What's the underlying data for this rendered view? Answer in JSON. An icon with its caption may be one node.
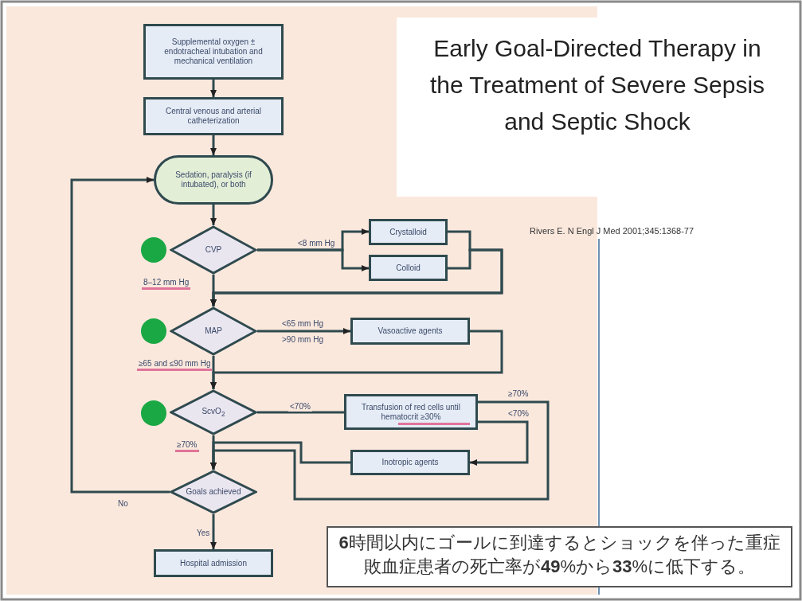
{
  "diagram": {
    "title": "Early Goal-Directed Therapy in the Treatment of Severe Sepsis and Septic Shock",
    "nodes": [
      {
        "text": [
          "Supplemental oxygen ± endotracheal intubation and mechanical ventilation"
        ]
      },
      {
        "text": [
          "Central venous and arterial catheterization"
        ]
      },
      {
        "text": [
          "Sedation, paralysis (if intubated), or both"
        ]
      },
      {
        "text": [
          "CVP"
        ]
      },
      {
        "text": [
          "Crystalloid"
        ]
      },
      {
        "text": [
          "Colloid"
        ]
      },
      {
        "text": [
          "MAP"
        ]
      },
      {
        "text": [
          "Vasoactive agents"
        ]
      },
      {
        "text": [
          "ScvO$_{2}$"
        ]
      },
      {
        "text": [
          "Transfusion of red cells until hematocrit ≥30%"
        ]
      },
      {
        "text": [
          "Inotropic agents"
        ]
      },
      {
        "text": [
          "Goals achieved"
        ]
      },
      {
        "text": [
          "Hospital admission"
        ]
      },
      {
        "text": [
          "**6**時間以内にゴールに到達するとショックを伴った重症敗血症患者の死亡率が**49**%から**33**%に低下する。"
        ]
      }
    ],
    "edges": [
      {
        "from": 0,
        "to": 1,
        "arrow": "to"
      },
      {
        "from": 1,
        "to": 2,
        "arrow": "to"
      },
      {
        "from": 2,
        "to": 3,
        "arrow": "to"
      },
      {
        "from": 3,
        "to": 4,
        "arrow": "to",
        "label": "<8 mm Hg"
      },
      {
        "from": 3,
        "to": 5,
        "arrow": "to"
      },
      {
        "from": 4,
        "to": 6,
        "arrow": "to"
      },
      {
        "from": 5,
        "to": 6,
        "arrow": "to"
      },
      {
        "from": 3,
        "to": 6,
        "arrow": "to",
        "label": "8–12 mm Hg"
      },
      {
        "from": 6,
        "to": 7,
        "arrow": "to",
        "label": "<65 mm Hg"
      },
      {
        "from": 7,
        "to": 8,
        "arrow": "to"
      },
      {
        "from": 6,
        "to": 8,
        "arrow": "to",
        "label": "≥65 and ≤90 mm Hg"
      },
      {
        "from": 8,
        "to": 9,
        "arrow": "none",
        "label": "<70%"
      },
      {
        "from": 9,
        "to": 11,
        "arrow": "to",
        "label": "≥70%"
      },
      {
        "from": 9,
        "to": 10,
        "arrow": "to",
        "label": "<70%"
      },
      {
        "from": 10,
        "to": 11,
        "arrow": "to"
      },
      {
        "from": 8,
        "to": 11,
        "arrow": "to",
        "label": "≥70%"
      },
      {
        "from": 11,
        "to": 2,
        "arrow": "to",
        "label": "No"
      },
      {
        "from": 11,
        "to": 12,
        "arrow": "to",
        "label": "Yes"
      }
    ],
    "labels": [
      ">90 mm Hg",
      "Rivers E. N Engl J Med 2001;345:1368-77"
    ]
  }
}
